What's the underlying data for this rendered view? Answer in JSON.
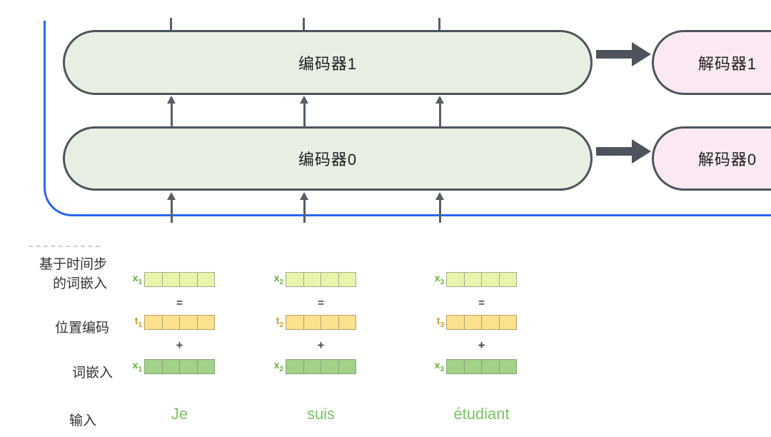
{
  "colors": {
    "box_border": "#4d545b",
    "encoder_fill": "#e7efe2",
    "decoder_fill": "#fae8f2",
    "bracket_blue": "#2b67ef",
    "arrow": "#575e66",
    "light_cell_fill": "#eaf3ab",
    "light_cell_border": "#a6aa8a",
    "pos_cell_fill": "#fbe18d",
    "pos_cell_border": "#b5a167",
    "word_cell_fill": "#a2d18a",
    "word_cell_border": "#86a678",
    "x_label_color": "#67b23c",
    "t_label_color": "#d0981f",
    "word_color": "#7cc264"
  },
  "encoder_stack": {
    "encoders": [
      {
        "label": "编码器1"
      },
      {
        "label": "编码器0"
      }
    ],
    "decoders": [
      {
        "label": "解码器1"
      },
      {
        "label": "解码器0"
      }
    ]
  },
  "embedding_section": {
    "row_labels": {
      "time_step_line1": "基于时间步",
      "time_step_line2": "的词嵌入",
      "positional": "位置编码",
      "word": "词嵌入",
      "input": "输入"
    },
    "operators": {
      "equals": "=",
      "plus": "+"
    },
    "cells_per_row": 4,
    "columns": [
      {
        "x_base": "x",
        "x_sub": "1",
        "t_base": "t",
        "t_sub": "1",
        "word": "Je"
      },
      {
        "x_base": "x",
        "x_sub": "2",
        "t_base": "t",
        "t_sub": "2",
        "word": "suis"
      },
      {
        "x_base": "x",
        "x_sub": "3",
        "t_base": "t",
        "t_sub": "3",
        "word": "étudiant"
      }
    ]
  }
}
